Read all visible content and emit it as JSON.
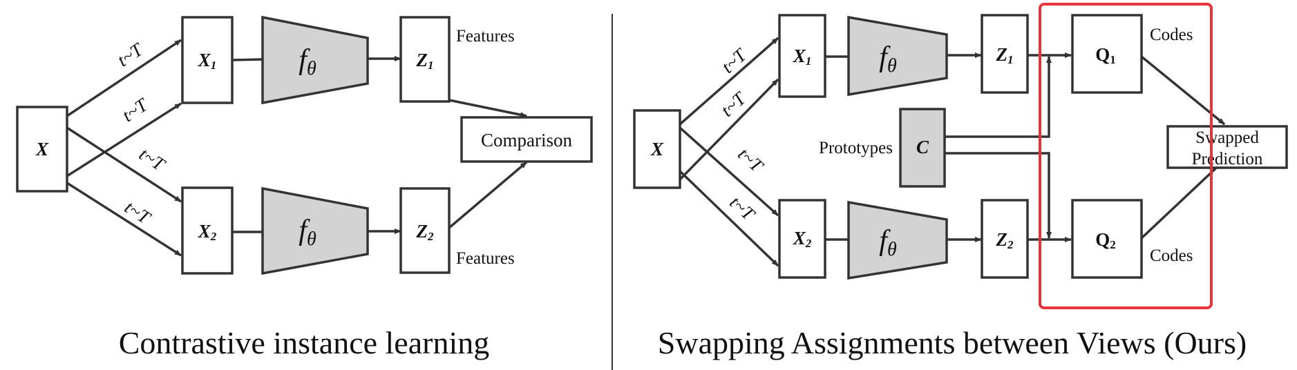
{
  "left": {
    "caption": "Contrastive instance learning",
    "input": "X",
    "views": [
      {
        "var": "X",
        "sub": "1"
      },
      {
        "var": "X",
        "sub": "2"
      }
    ],
    "encoder": {
      "symbol": "f",
      "sub": "θ"
    },
    "features": [
      {
        "var": "Z",
        "sub": "1"
      },
      {
        "var": "Z",
        "sub": "2"
      }
    ],
    "features_label": "Features",
    "comparison": "Comparison",
    "transform_label": "t~T"
  },
  "right": {
    "caption": "Swapping Assignments between Views (Ours)",
    "input": "X",
    "views": [
      {
        "var": "X",
        "sub": "1"
      },
      {
        "var": "X",
        "sub": "2"
      }
    ],
    "encoder": {
      "symbol": "f",
      "sub": "θ"
    },
    "features": [
      {
        "var": "Z",
        "sub": "1"
      },
      {
        "var": "Z",
        "sub": "2"
      }
    ],
    "prototypes_label": "Prototypes",
    "prototypes_var": "C",
    "codes": [
      {
        "var": "Q",
        "sub": "1"
      },
      {
        "var": "Q",
        "sub": "2"
      }
    ],
    "codes_label": "Codes",
    "prediction": [
      "Swapped",
      "Prediction"
    ],
    "transform_label": "t~T",
    "highlight_color": "#e8333a"
  }
}
